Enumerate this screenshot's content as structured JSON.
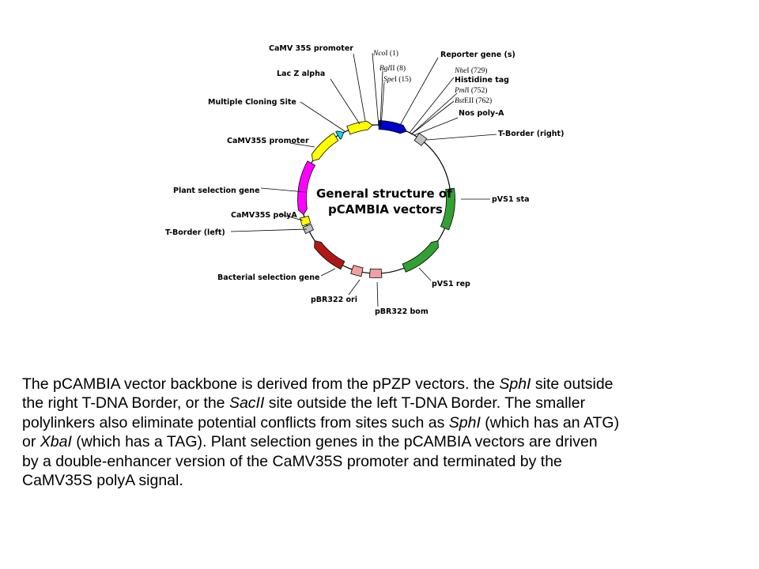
{
  "diagram": {
    "title_line1": "General structure of",
    "title_line2": "pCAMBIA vectors",
    "labels": {
      "camv35s_promoter_top": "CaMV 35S promoter",
      "lac_z_alpha": "Lac Z alpha",
      "multiple_cloning_site": "Multiple Cloning Site",
      "camv35s_promoter_left": "CaMV35S promoter",
      "plant_selection_gene": "Plant selection gene",
      "camv35s_polya": "CaMV35S polyA",
      "t_border_left": "T-Border (left)",
      "bacterial_selection_gene": "Bacterial selection gene",
      "pbr322_ori": "pBR322 ori",
      "pbr322_bom": "pBR322 bom",
      "pvs1_rep": "pVS1 rep",
      "pvs1_sta": "pVS1 sta",
      "t_border_right": "T-Border (right)",
      "nos_poly_a": "Nos poly-A",
      "histidine_tag": "Histidine tag",
      "reporter_genes": "Reporter gene (s)"
    },
    "sites": {
      "nco": {
        "name": "Nco",
        "suffix": "I (1)"
      },
      "bgl": {
        "name": "Bgl",
        "suffix": "II (8)"
      },
      "spe": {
        "name": "Spe",
        "suffix": "I (15)"
      },
      "nhe": {
        "name": "Nhe",
        "suffix": "I (729)"
      },
      "pml": {
        "name": "Pml",
        "suffix": "I (752)"
      },
      "bst": {
        "name": "Bst",
        "suffix": "EII (762)"
      }
    },
    "colors": {
      "backbone": "#000000",
      "camv35s_promoter": "#ffff00",
      "lac_z_alpha": "#00e0e0",
      "reporter_gene": "#0000cc",
      "t_border": "#c0c0c0",
      "pvs1": "#33a033",
      "bacterial_selection": "#b01818",
      "pbr322": "#f0a0a0",
      "plant_selection": "#ff00ff"
    }
  },
  "caption": {
    "l1a": "The pCAMBIA vector backbone is derived from the pPZP vectors. the ",
    "l1b": "SphI",
    "l1c": " site outside",
    "l2a": "the right T-DNA Border, or the ",
    "l2b": "SacII",
    "l2c": " site outside the left T-DNA Border. The smaller",
    "l3a": "polylinkers also eliminate potential conflicts from sites such as ",
    "l3b": "SphI",
    "l3c": " (which has an ATG)",
    "l4a": "or ",
    "l4b": "XbaI",
    "l4c": " (which has a TAG). Plant selection genes in the pCAMBIA vectors are driven",
    "l5": "by a double-enhancer  version of the CaMV35S promoter and terminated by the",
    "l6": "CaMV35S polyA signal."
  }
}
